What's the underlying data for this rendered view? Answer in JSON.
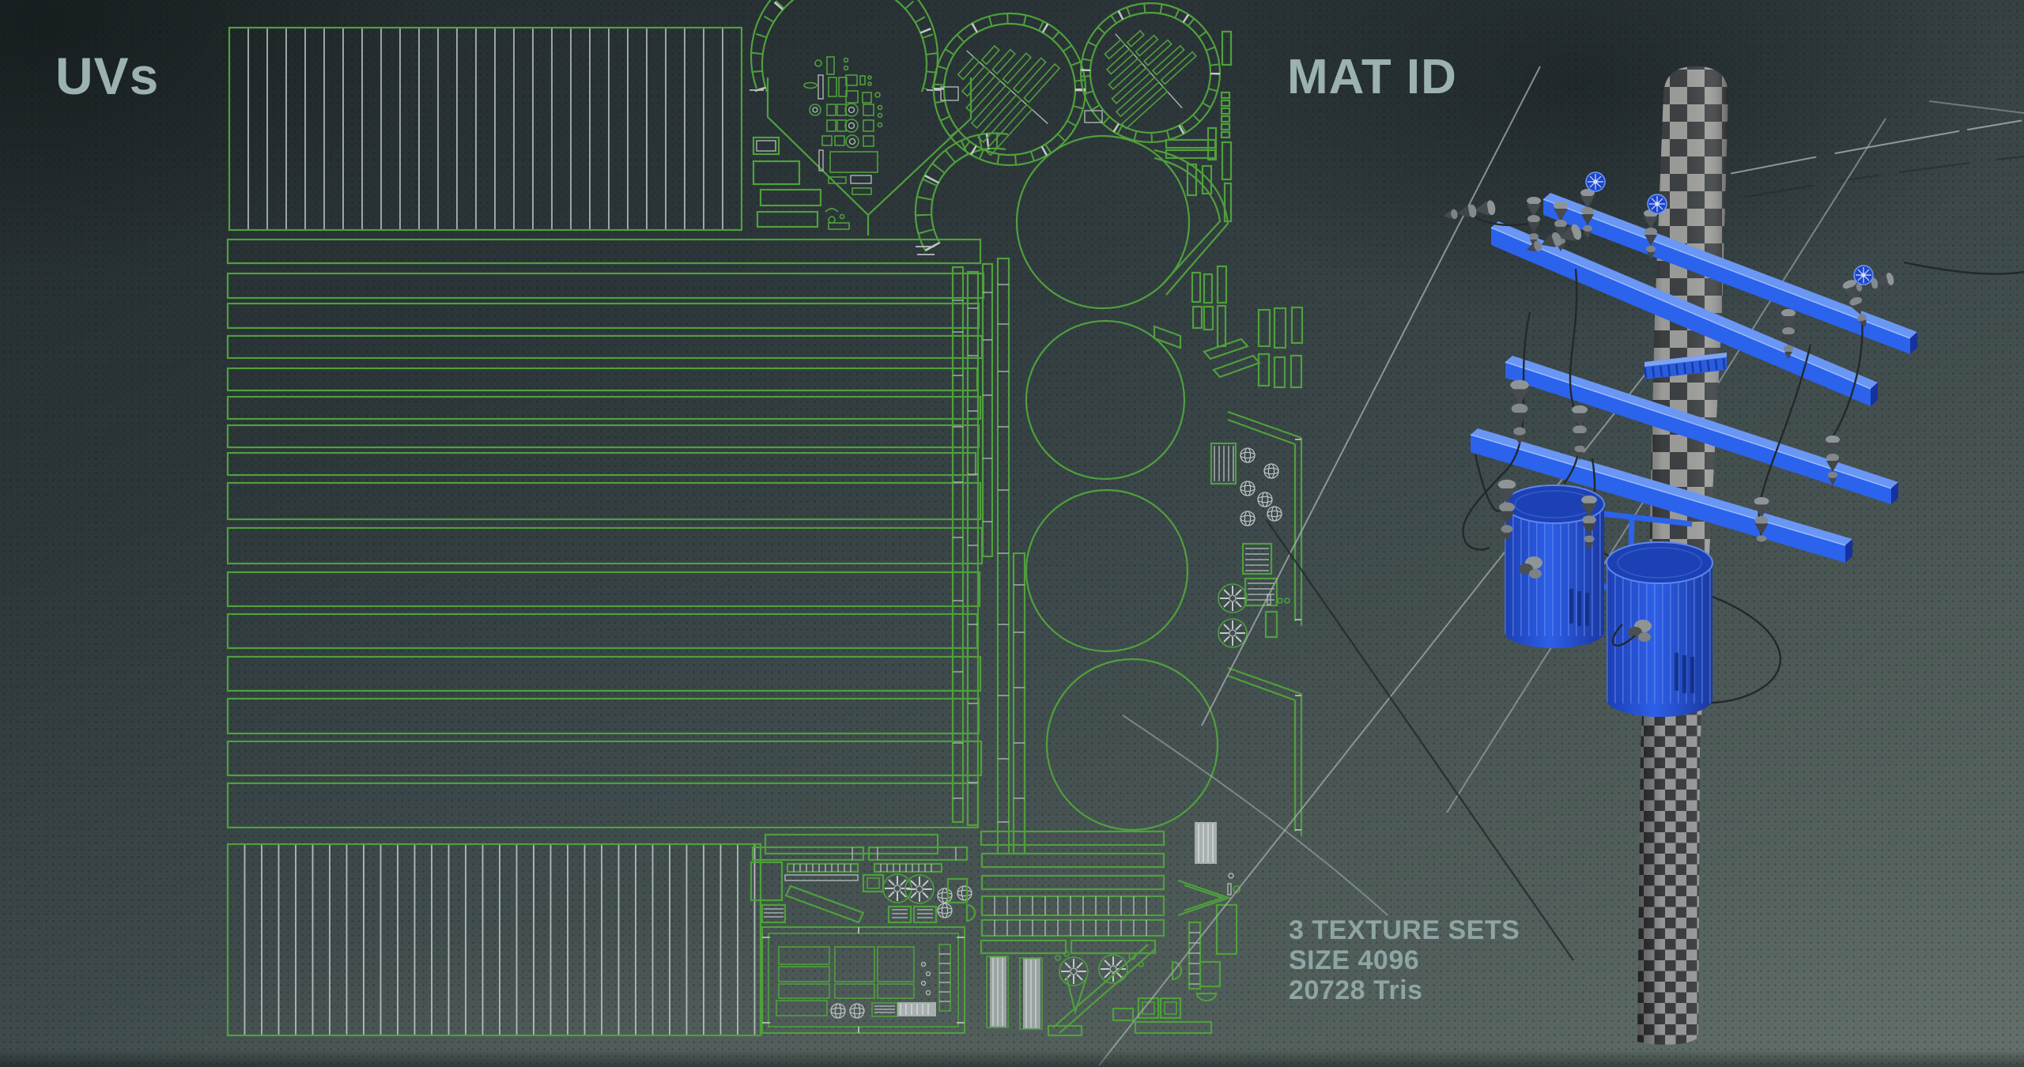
{
  "titles": {
    "uv": "UVs",
    "mat_id": "MAT ID"
  },
  "stats": {
    "lines": [
      "3 TEXTURE SETS",
      "SIZE 4096",
      "20728 Tris"
    ],
    "texture_sets": 3,
    "texture_size": 4096,
    "triangles": 20728
  },
  "colors": {
    "background_top": "#232b2d",
    "background_bottom": "#5e6b66",
    "uv_wire_green": "#4fa03c",
    "uv_wire_light": "#b8bfbf",
    "heading_text": "#9cb2b0",
    "stats_text": "#8ea5a4",
    "material_blue": "#2b63ec",
    "material_blue_top": "#6a97f5",
    "material_blue_dark": "#16329e",
    "checker_light": "#9b9b99",
    "checker_dark": "#3c3f41"
  },
  "panels": {
    "left": "uv-layout-wireframe",
    "right": "material-id-render"
  }
}
